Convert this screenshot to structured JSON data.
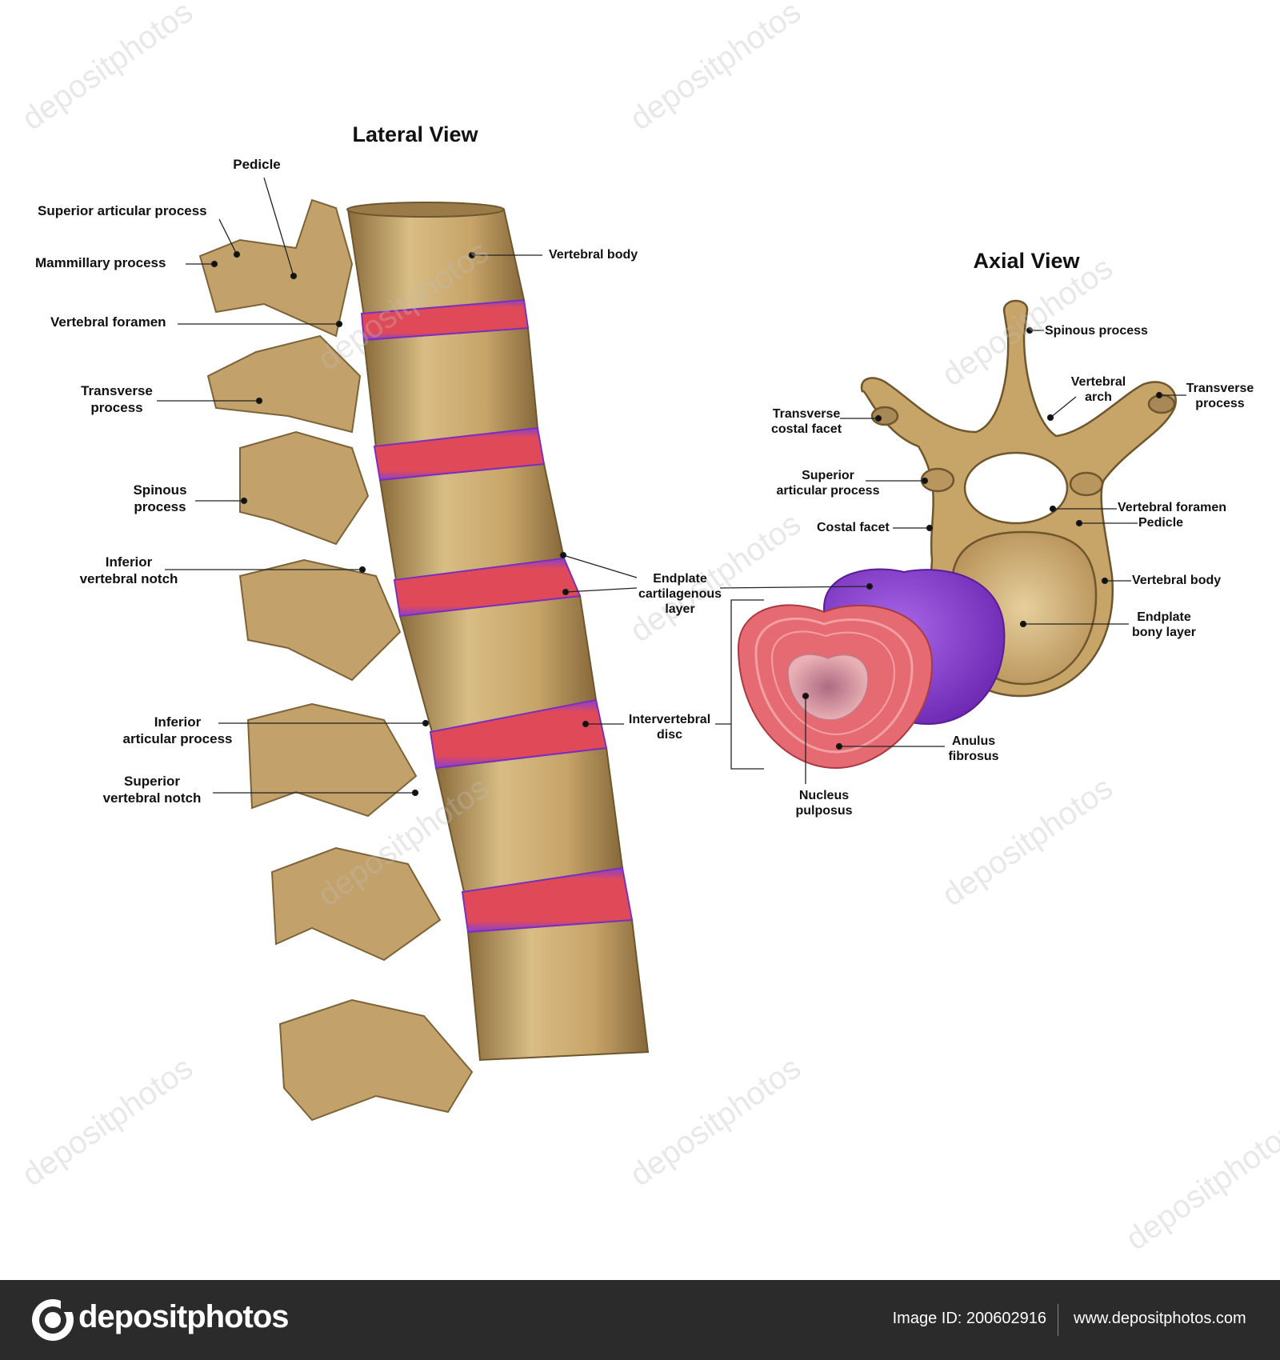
{
  "lateral": {
    "title": "Lateral View",
    "labels": {
      "pedicle": "Pedicle",
      "superior_articular_process": "Superior articular process",
      "mammillary_process": "Mammillary process",
      "vertebral_foramen": "Vertebral foramen",
      "transverse_process": "Transverse\nprocess",
      "spinous_process": "Spinous\nprocess",
      "inferior_vertebral_notch": "Inferior\nvertebral notch",
      "inferior_articular_process": "Inferior\narticular process",
      "superior_vertebral_notch": "Superior\nvertebral notch",
      "vertebral_body": "Vertebral body",
      "endplate_cartilagenous_layer": "Endplate\ncartilagenous\nlayer",
      "intervertebral_disc": "Intervertebral\ndisc"
    }
  },
  "axial": {
    "title": "Axial View",
    "labels": {
      "spinous_process": "Spinous process",
      "vertebral_arch": "Vertebral\narch",
      "transverse_process": "Transverse\nprocess",
      "transverse_costal_facet": "Transverse\ncostal facet",
      "superior_articular_process": "Superior\narticular process",
      "vertebral_foramen": "Vertebral foramen",
      "pedicle": "Pedicle",
      "costal_facet": "Costal facet",
      "vertebral_body": "Vertebral body",
      "endplate_bony_layer": "Endplate\nbony layer",
      "anulus_fibrosus": "Anulus\nfibrosus",
      "nucleus_pulposus": "Nucleus\npulposus"
    }
  },
  "watermark": "depositphotos",
  "footer": {
    "brand": "depositphotos",
    "image_id": "Image ID: 200602916",
    "url": "www.depositphotos.com"
  },
  "colors": {
    "bone": "#c9a86a",
    "bone_dark": "#7d6338",
    "disc_red": "#e04a58",
    "disc_purple": "#8a3fd0",
    "anulus": "#e06a6a",
    "footer_bg": "#2b2b2b"
  }
}
